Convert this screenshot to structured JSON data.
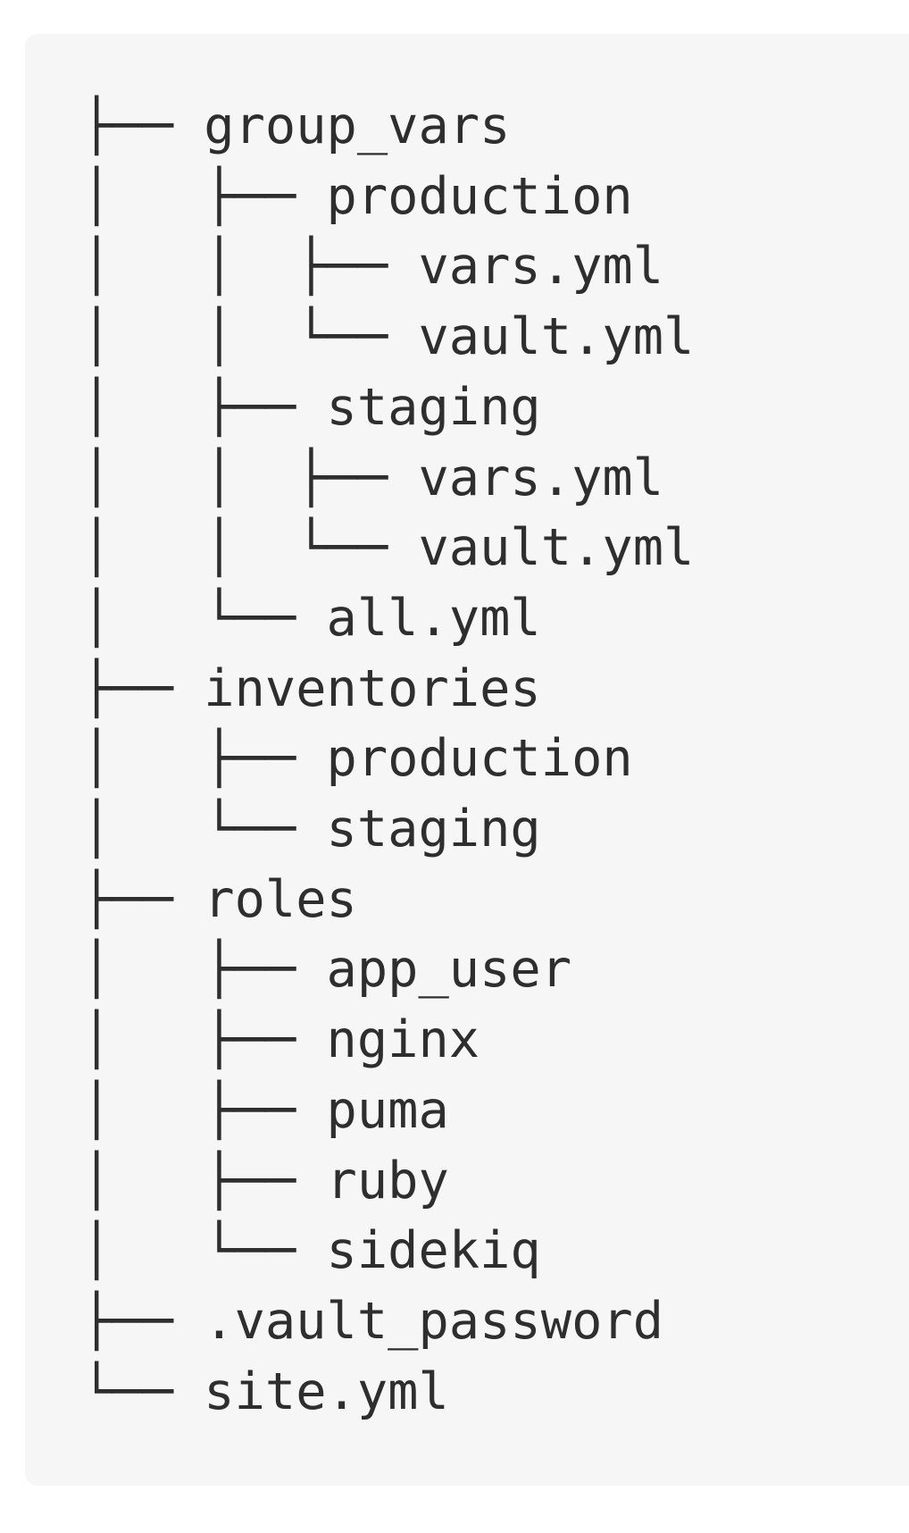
{
  "page": {
    "background_color": "#ffffff"
  },
  "code_block": {
    "background_color": "#f6f6f6",
    "text_color": "#2e2e2e",
    "tree_lines": [
      "├── group_vars",
      "│   ├── production",
      "│   │  ├── vars.yml",
      "│   │  └── vault.yml",
      "│   ├── staging",
      "│   │  ├── vars.yml",
      "│   │  └── vault.yml",
      "│   └── all.yml",
      "├── inventories",
      "│   ├── production",
      "│   └── staging",
      "├── roles",
      "│   ├── app_user",
      "│   ├── nginx",
      "│   ├── puma",
      "│   ├── ruby",
      "│   └── sidekiq",
      "├── .vault_password",
      "└── site.yml"
    ],
    "entries": [
      {
        "name": "group_vars",
        "depth": 1
      },
      {
        "name": "production",
        "depth": 2
      },
      {
        "name": "vars.yml",
        "depth": 3
      },
      {
        "name": "vault.yml",
        "depth": 3
      },
      {
        "name": "staging",
        "depth": 2
      },
      {
        "name": "vars.yml",
        "depth": 3
      },
      {
        "name": "vault.yml",
        "depth": 3
      },
      {
        "name": "all.yml",
        "depth": 2
      },
      {
        "name": "inventories",
        "depth": 1
      },
      {
        "name": "production",
        "depth": 2
      },
      {
        "name": "staging",
        "depth": 2
      },
      {
        "name": "roles",
        "depth": 1
      },
      {
        "name": "app_user",
        "depth": 2
      },
      {
        "name": "nginx",
        "depth": 2
      },
      {
        "name": "puma",
        "depth": 2
      },
      {
        "name": "ruby",
        "depth": 2
      },
      {
        "name": "sidekiq",
        "depth": 2
      },
      {
        "name": ".vault_password",
        "depth": 1
      },
      {
        "name": "site.yml",
        "depth": 1
      }
    ]
  }
}
